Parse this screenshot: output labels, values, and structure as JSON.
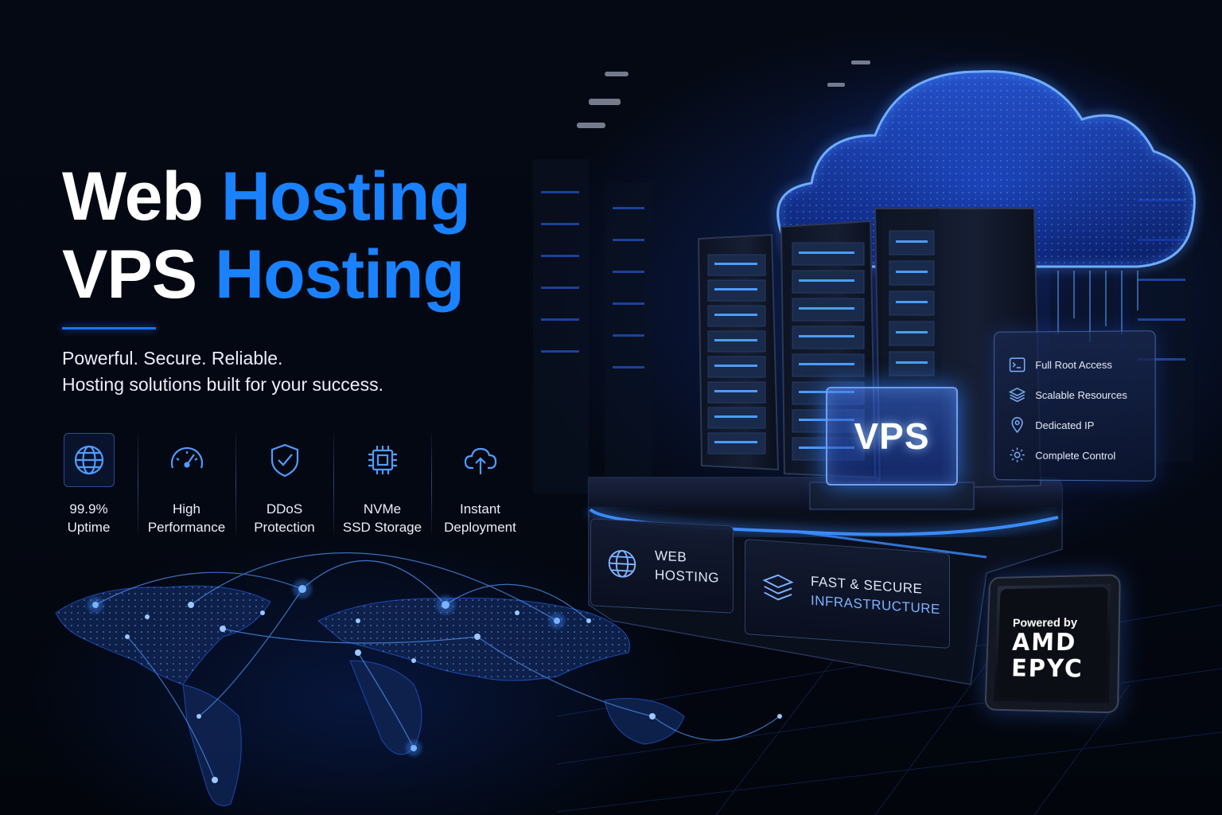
{
  "headline": {
    "line1_white": "Web",
    "line1_blue": "Hosting",
    "line2_white": "VPS",
    "line2_blue": "Hosting"
  },
  "tagline": {
    "line1": "Powerful. Secure. Reliable.",
    "line2": "Hosting solutions built for your success."
  },
  "features": [
    {
      "icon": "globe-icon",
      "line1": "99.9%",
      "line2": "Uptime"
    },
    {
      "icon": "speedometer-icon",
      "line1": "High",
      "line2": "Performance"
    },
    {
      "icon": "shield-check-icon",
      "line1": "DDoS",
      "line2": "Protection"
    },
    {
      "icon": "chip-icon",
      "line1": "NVMe",
      "line2": "SSD Storage"
    },
    {
      "icon": "cloud-upload-icon",
      "line1": "Instant",
      "line2": "Deployment"
    }
  ],
  "vps_label": "VPS",
  "specs": [
    {
      "icon": "terminal-icon",
      "label": "Full Root Access"
    },
    {
      "icon": "layers-icon",
      "label": "Scalable Resources"
    },
    {
      "icon": "location-pin-icon",
      "label": "Dedicated IP"
    },
    {
      "icon": "gear-icon",
      "label": "Complete Control"
    }
  ],
  "base_cards": {
    "web_line1": "WEB",
    "web_line2": "HOSTING",
    "fast_line1": "FAST & SECURE",
    "fast_line2": "INFRASTRUCTURE"
  },
  "chip": {
    "powered": "Powered by",
    "brand_line1": "AMD",
    "brand_line2": "EPYC"
  },
  "colors": {
    "accent": "#1a82ff",
    "background": "#050914",
    "glow": "#3a7bff"
  }
}
